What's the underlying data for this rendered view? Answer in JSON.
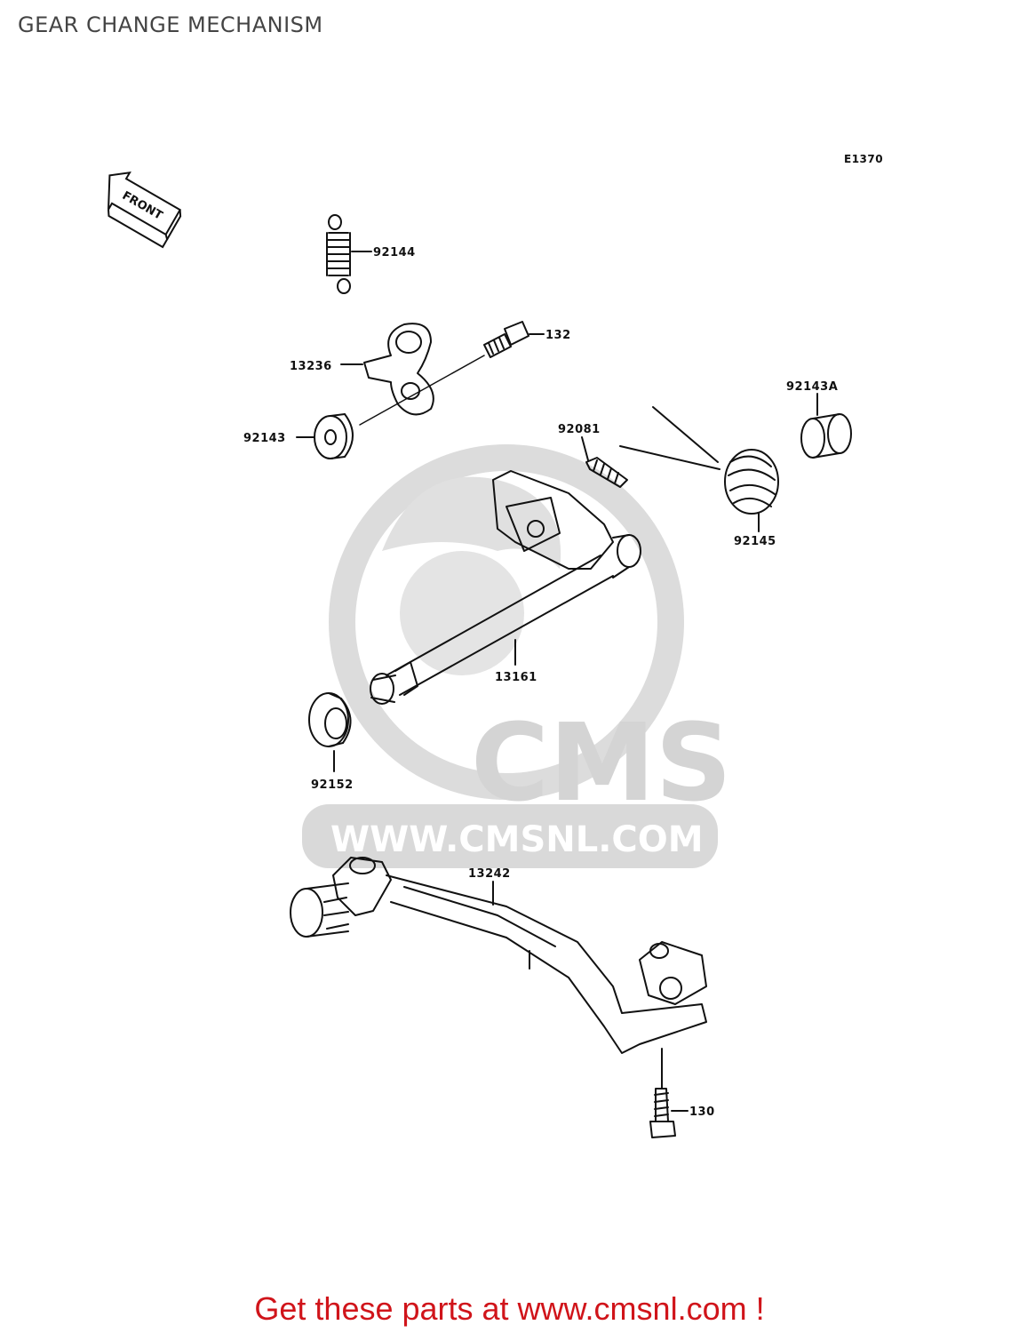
{
  "page": {
    "title": "GEAR CHANGE MECHANISM",
    "diagram_code": "E1370",
    "front_label": "FRONT"
  },
  "parts": [
    {
      "number": "92144"
    },
    {
      "number": "132"
    },
    {
      "number": "13236"
    },
    {
      "number": "92143"
    },
    {
      "number": "92081"
    },
    {
      "number": "92143A"
    },
    {
      "number": "92145"
    },
    {
      "number": "13161"
    },
    {
      "number": "92152"
    },
    {
      "number": "13242"
    },
    {
      "number": "130"
    }
  ],
  "watermark": {
    "brand": "CMS",
    "url": "WWW.CMSNL.COM"
  },
  "footer": {
    "link_text": "Get these parts at www.cmsnl.com !"
  },
  "colors": {
    "ink": "#111111",
    "watermark": "#d8d8d8",
    "footer_link": "#d0141a"
  }
}
